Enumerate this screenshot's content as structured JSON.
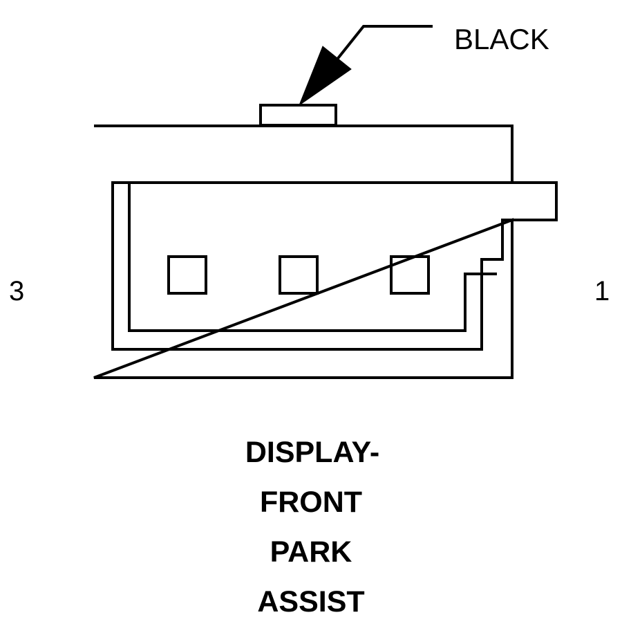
{
  "connector": {
    "color_label": "BLACK",
    "pin_left_label": "3",
    "pin_right_label": "1",
    "title_lines": [
      "DISPLAY-",
      "FRONT",
      "PARK",
      "ASSIST"
    ]
  },
  "colors": {
    "line": "#000000",
    "background": "#ffffff"
  }
}
